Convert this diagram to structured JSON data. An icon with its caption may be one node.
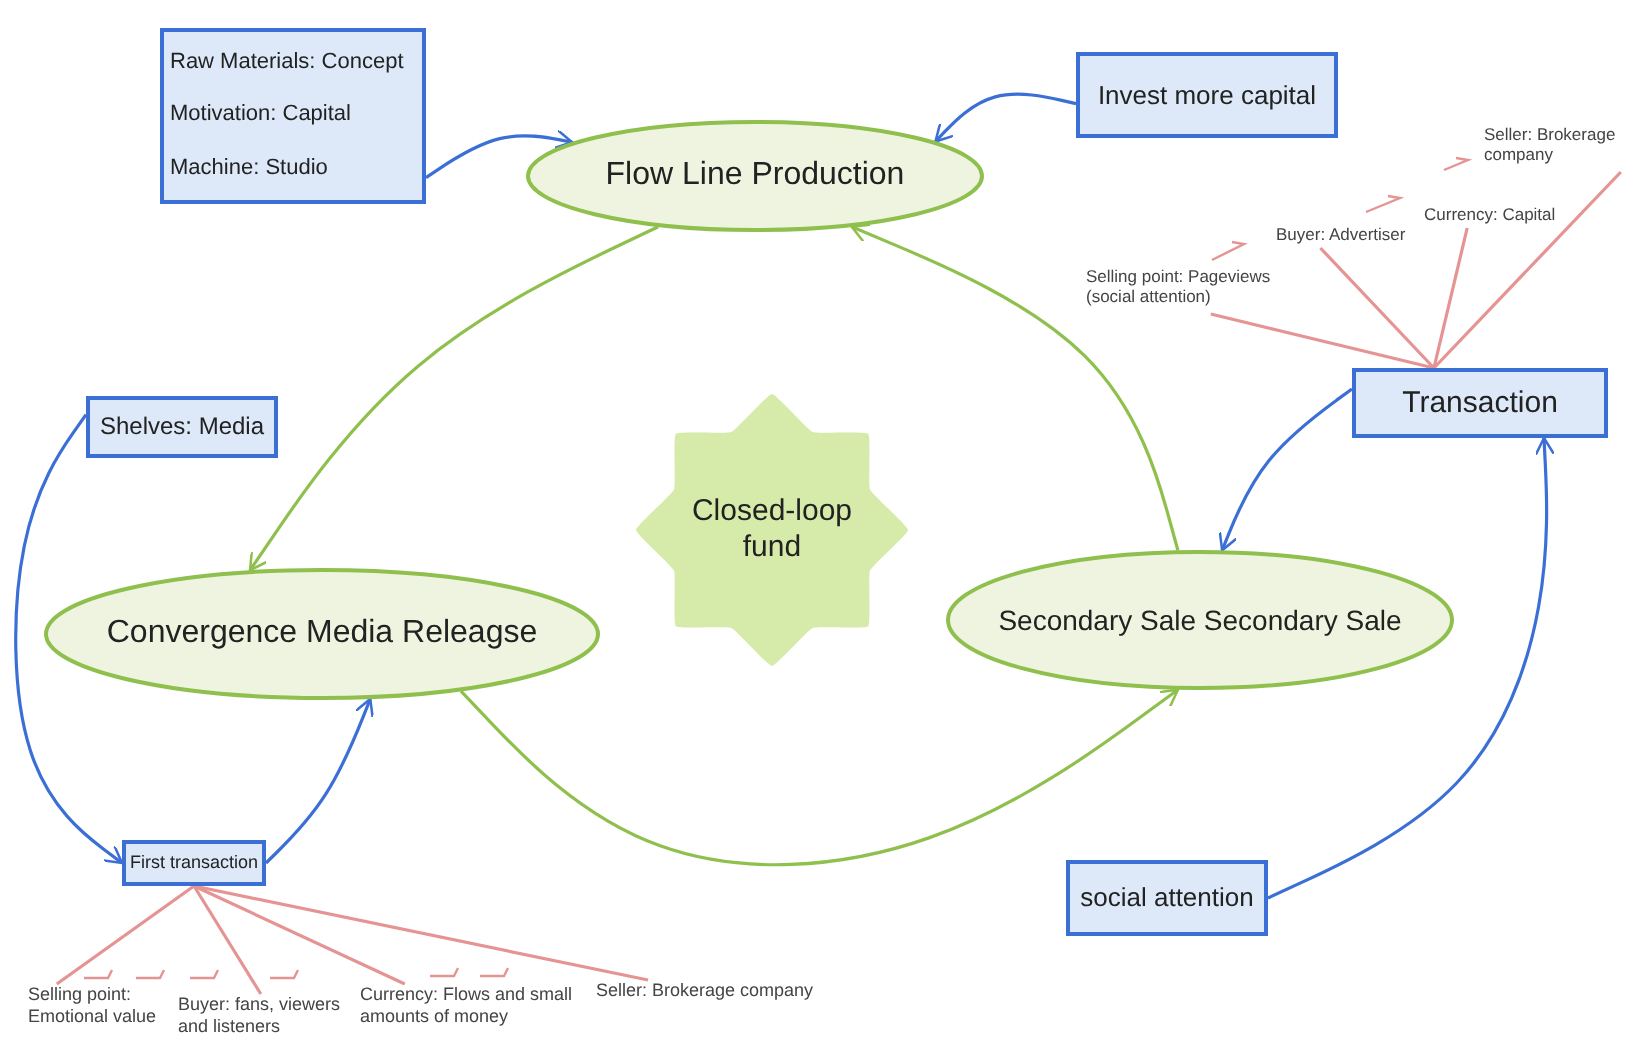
{
  "diagram": {
    "nodes": [
      {
        "text": [
          "Raw Materials: Concept",
          "Motivation: Capital",
          "Machine: Studio"
        ]
      },
      {
        "text": [
          "Invest more capital"
        ]
      },
      {
        "text": [
          "Flow Line Production"
        ]
      },
      {
        "text": [
          "Transaction"
        ]
      },
      {
        "text": [
          "Selling point: Pageviews (social attention)"
        ]
      },
      {
        "text": [
          "Buyer: Advertiser"
        ]
      },
      {
        "text": [
          "Currency: Capital"
        ]
      },
      {
        "text": [
          "Seller: Brokerage company"
        ]
      },
      {
        "text": [
          "Shelves: Media"
        ]
      },
      {
        "text": [
          "Closed-loop fund"
        ]
      },
      {
        "text": [
          "Convergence Media Releagse"
        ]
      },
      {
        "text": [
          "Secondary Sale Secondary Sale"
        ]
      },
      {
        "text": [
          "First transaction"
        ]
      },
      {
        "text": [
          "social attention"
        ]
      },
      {
        "text": [
          "Selling point: Emotional value"
        ]
      },
      {
        "text": [
          "Buyer: fans, viewers and listeners"
        ]
      },
      {
        "text": [
          "Currency: Flows and small amounts of money"
        ]
      },
      {
        "text": [
          "Seller: Brokerage company"
        ]
      }
    ],
    "edges": [
      {
        "from": 0,
        "to": 2,
        "arrow": "to",
        "color": "#3b6fd6"
      },
      {
        "from": 1,
        "to": 2,
        "arrow": "to",
        "color": "#3b6fd6"
      },
      {
        "from": 2,
        "to": 10,
        "arrow": "to",
        "color": "#8fbf4d"
      },
      {
        "from": 11,
        "to": 2,
        "arrow": "to",
        "color": "#8fbf4d"
      },
      {
        "from": 10,
        "to": 11,
        "arrow": "to",
        "color": "#8fbf4d"
      },
      {
        "from": 3,
        "to": 11,
        "arrow": "to",
        "color": "#3b6fd6"
      },
      {
        "from": 13,
        "to": 3,
        "arrow": "to",
        "color": "#3b6fd6"
      },
      {
        "from": 8,
        "to": 12,
        "arrow": "to",
        "color": "#3b6fd6"
      },
      {
        "from": 12,
        "to": 10,
        "arrow": "to",
        "color": "#3b6fd6"
      },
      {
        "from": 3,
        "to": 4,
        "arrow": "none"
      },
      {
        "from": 3,
        "to": 5,
        "arrow": "none"
      },
      {
        "from": 3,
        "to": 6,
        "arrow": "none"
      },
      {
        "from": 3,
        "to": 7,
        "arrow": "none"
      },
      {
        "from": 12,
        "to": 14,
        "arrow": "none"
      },
      {
        "from": 12,
        "to": 15,
        "arrow": "none"
      },
      {
        "from": 12,
        "to": 16,
        "arrow": "none"
      },
      {
        "from": 12,
        "to": 17,
        "arrow": "none"
      }
    ]
  }
}
